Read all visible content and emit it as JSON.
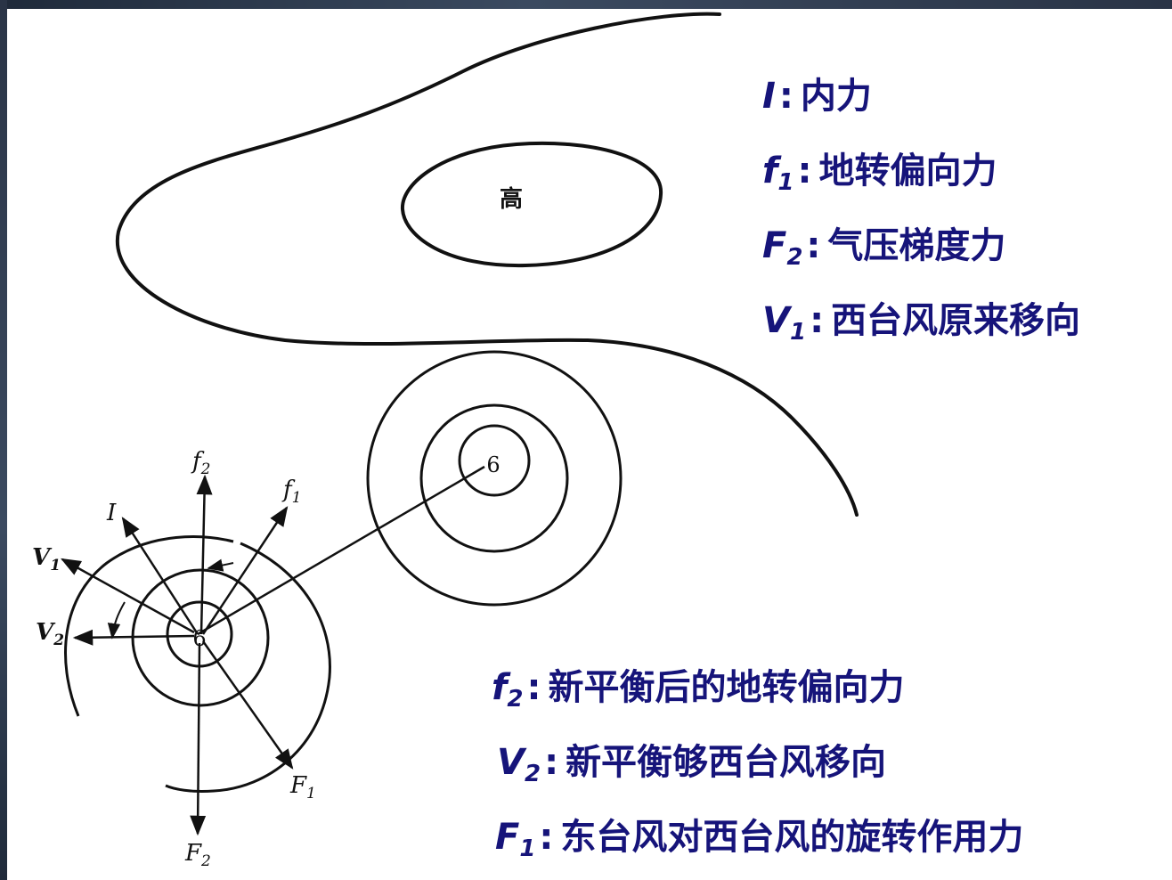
{
  "high_pressure_label": "高",
  "typhoon_symbol": "6",
  "diagram_labels": {
    "I": "I",
    "f2": {
      "base": "f",
      "sub": "2"
    },
    "f1": {
      "base": "f",
      "sub": "1"
    },
    "V1": {
      "base": "V",
      "sub": "1"
    },
    "V2": {
      "base": "V",
      "sub": "2"
    },
    "F1": {
      "base": "F",
      "sub": "1"
    },
    "F2": {
      "base": "F",
      "sub": "2"
    }
  },
  "legend_top": [
    {
      "symbol": "I",
      "sub": "",
      "sep": ":",
      "text": "内力"
    },
    {
      "symbol": "f",
      "sub": "1",
      "sep": ":",
      "text": "地转偏向力"
    },
    {
      "symbol": "F",
      "sub": "2",
      "sep": ":",
      "text": "气压梯度力"
    },
    {
      "symbol": "V",
      "sub": "1",
      "sep": ":",
      "text": "西台风原来移向"
    }
  ],
  "legend_bottom": [
    {
      "symbol": "f",
      "sub": "2",
      "sep": ":",
      "text": "新平衡后的地转偏向力"
    },
    {
      "symbol": "V",
      "sub": "2",
      "sep": ":",
      "text": "新平衡够西台风移向"
    },
    {
      "symbol": "F",
      "sub": "1",
      "sep": ":",
      "text": "东台风对西台风的旋转作用力"
    }
  ],
  "colors": {
    "legend_text": "#16147a",
    "line": "#111111",
    "frame": "#2a3446"
  }
}
